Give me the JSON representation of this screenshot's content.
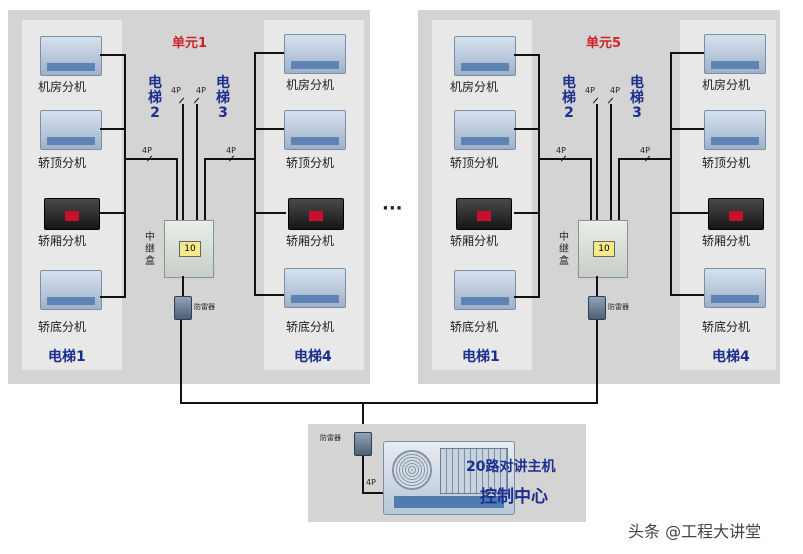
{
  "units": [
    {
      "title": "单元1",
      "left_elevator": "电梯1",
      "right_elevator": "电梯4",
      "elevator2": "电梯2",
      "elevator3": "电梯3",
      "devices": [
        "机房分机",
        "轿顶分机",
        "轿厢分机",
        "轿底分机"
      ],
      "relay_label": "中继盒",
      "arrester_label": "防雷器",
      "wire_label": "4P"
    },
    {
      "title": "单元5",
      "left_elevator": "电梯1",
      "right_elevator": "电梯4",
      "elevator2": "电梯2",
      "elevator3": "电梯3",
      "devices": [
        "机房分机",
        "轿顶分机",
        "轿厢分机",
        "轿底分机"
      ],
      "relay_label": "中继盒",
      "arrester_label": "防雷器",
      "wire_label": "4P"
    }
  ],
  "ellipsis": "···",
  "control": {
    "host_label": "20路对讲主机",
    "center_label": "控制中心",
    "arrester_label": "防雷器",
    "wire_label": "4P"
  },
  "watermark": "头条 @工程大讲堂",
  "colors": {
    "panel": "#d4d4d4",
    "column": "#e8e8e8",
    "title_red": "#d0202a",
    "label_blue": "#1c2f8f"
  }
}
